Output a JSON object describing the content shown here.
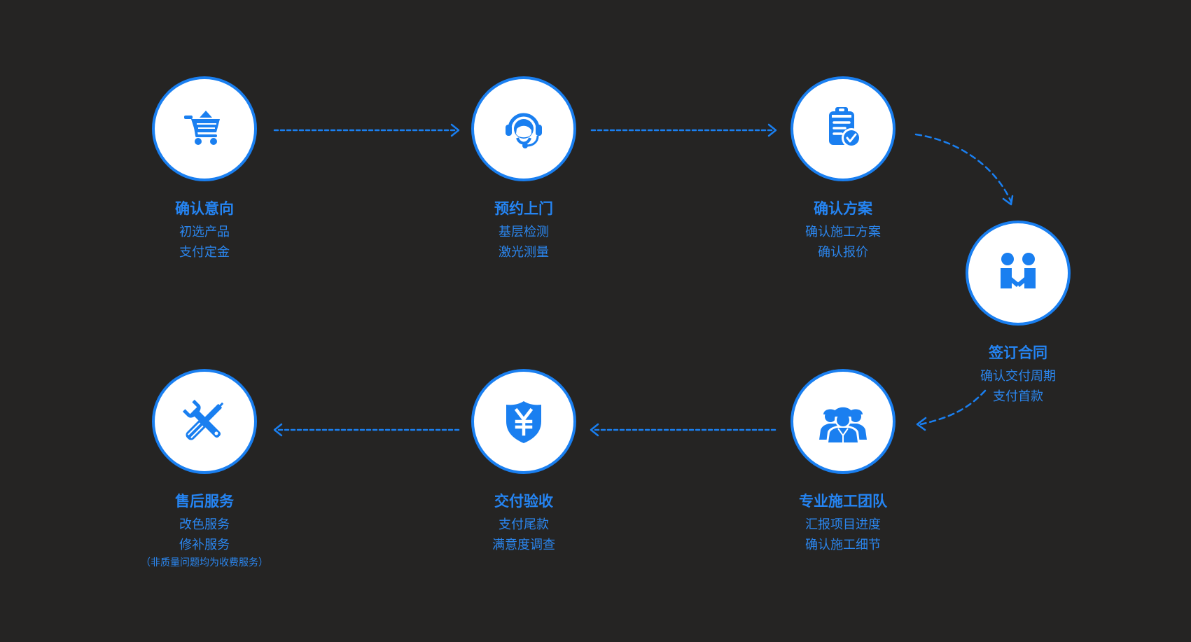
{
  "colors": {
    "background": "#252423",
    "accent": "#1a7ff0",
    "circle_fill": "#ffffff"
  },
  "steps": [
    {
      "icon": "shopping-cart-icon",
      "title": "确认意向",
      "lines": [
        "初选产品",
        "支付定金"
      ]
    },
    {
      "icon": "customer-service-headset-icon",
      "title": "预约上门",
      "lines": [
        "基层检测",
        "激光测量"
      ]
    },
    {
      "icon": "clipboard-check-icon",
      "title": "确认方案",
      "lines": [
        "确认施工方案",
        "确认报价"
      ]
    },
    {
      "icon": "handshake-people-icon",
      "title": "签订合同",
      "lines": [
        "确认交付周期",
        "支付首款"
      ]
    },
    {
      "icon": "construction-team-icon",
      "title": "专业施工团队",
      "lines": [
        "汇报项目进度",
        "确认施工细节"
      ]
    },
    {
      "icon": "yuan-shield-icon",
      "title": "交付验收",
      "lines": [
        "支付尾款",
        "满意度调查"
      ]
    },
    {
      "icon": "wrench-screwdriver-icon",
      "title": "售后服务",
      "lines": [
        "改色服务",
        "修补服务"
      ],
      "note": "（非质量问题均为收费服务）"
    }
  ]
}
